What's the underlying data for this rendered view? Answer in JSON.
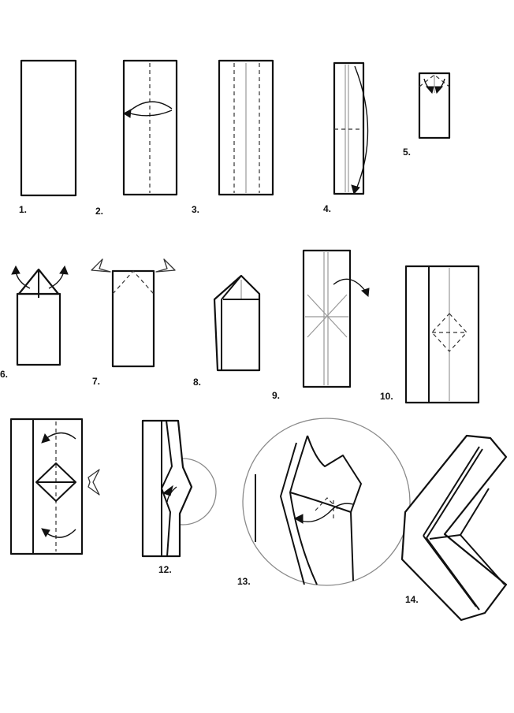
{
  "steps": [
    {
      "label": "1."
    },
    {
      "label": "2."
    },
    {
      "label": "3."
    },
    {
      "label": "4."
    },
    {
      "label": "5."
    },
    {
      "label": "6."
    },
    {
      "label": "7."
    },
    {
      "label": "8."
    },
    {
      "label": "9."
    },
    {
      "label": "10."
    },
    {
      "label": "12."
    },
    {
      "label": "13."
    },
    {
      "label": "14."
    }
  ]
}
